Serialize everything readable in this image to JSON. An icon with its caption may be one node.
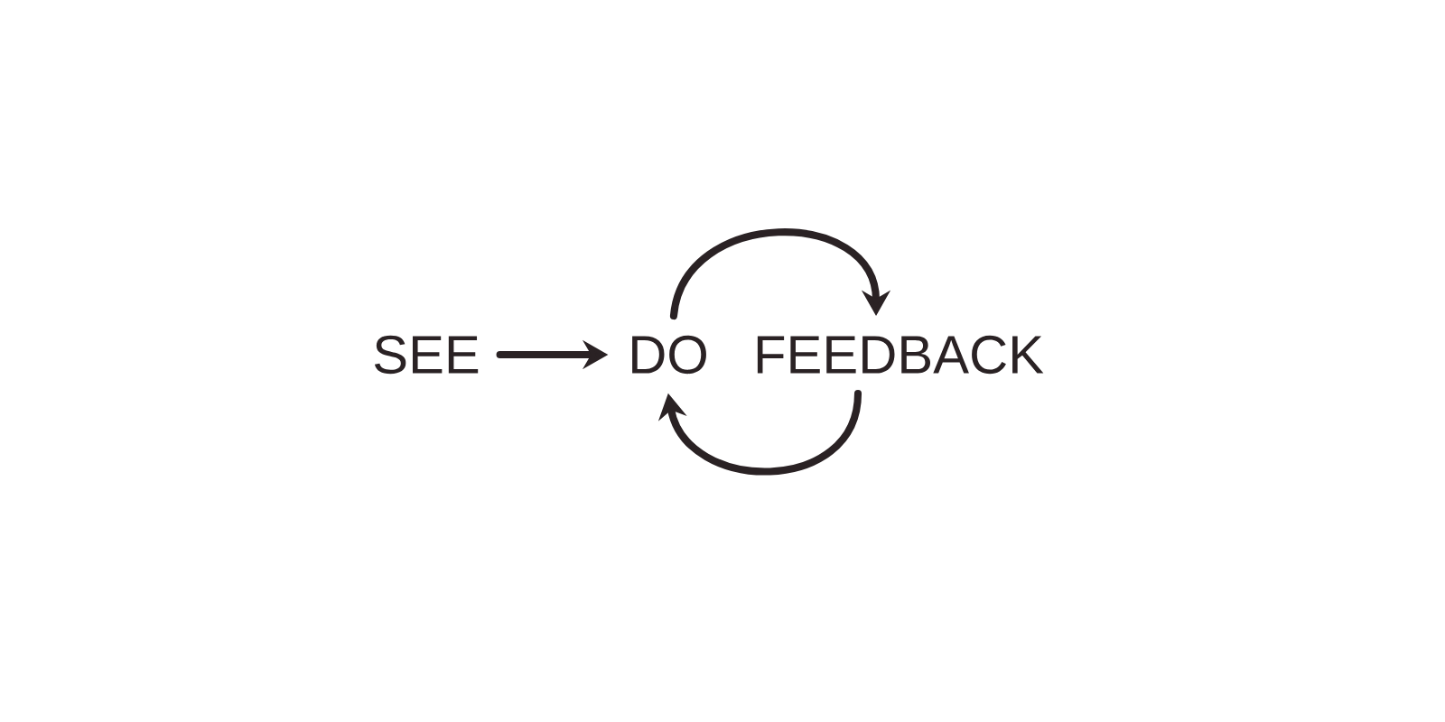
{
  "diagram": {
    "nodes": [
      {
        "text": [
          "SEE"
        ]
      },
      {
        "text": [
          "DO"
        ]
      },
      {
        "text": [
          "FEEDBACK"
        ]
      }
    ],
    "edges": [
      {
        "from": 0,
        "to": 1,
        "arrow": "to"
      },
      {
        "from": 1,
        "to": 2,
        "arrow": "to"
      },
      {
        "from": 2,
        "to": 1,
        "arrow": "to"
      }
    ]
  }
}
